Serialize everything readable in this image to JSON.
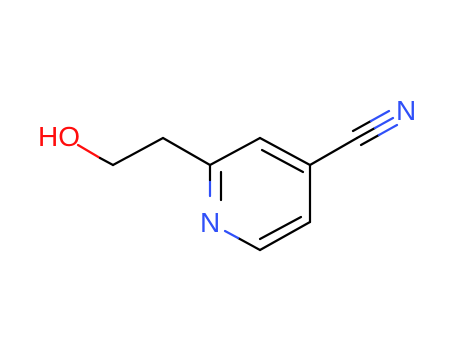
{
  "molecule": {
    "atoms": [
      {
        "id": "O",
        "symbol": "HO",
        "color": "#ff0d0d"
      },
      {
        "id": "N1",
        "symbol": "N",
        "color": "#3050f8"
      },
      {
        "id": "N2",
        "symbol": "N",
        "color": "#3050f8"
      }
    ],
    "bond_color": "#000000",
    "ring_type": "pyridine",
    "substituents": [
      "hydroxyethyl",
      "nitrile"
    ]
  }
}
